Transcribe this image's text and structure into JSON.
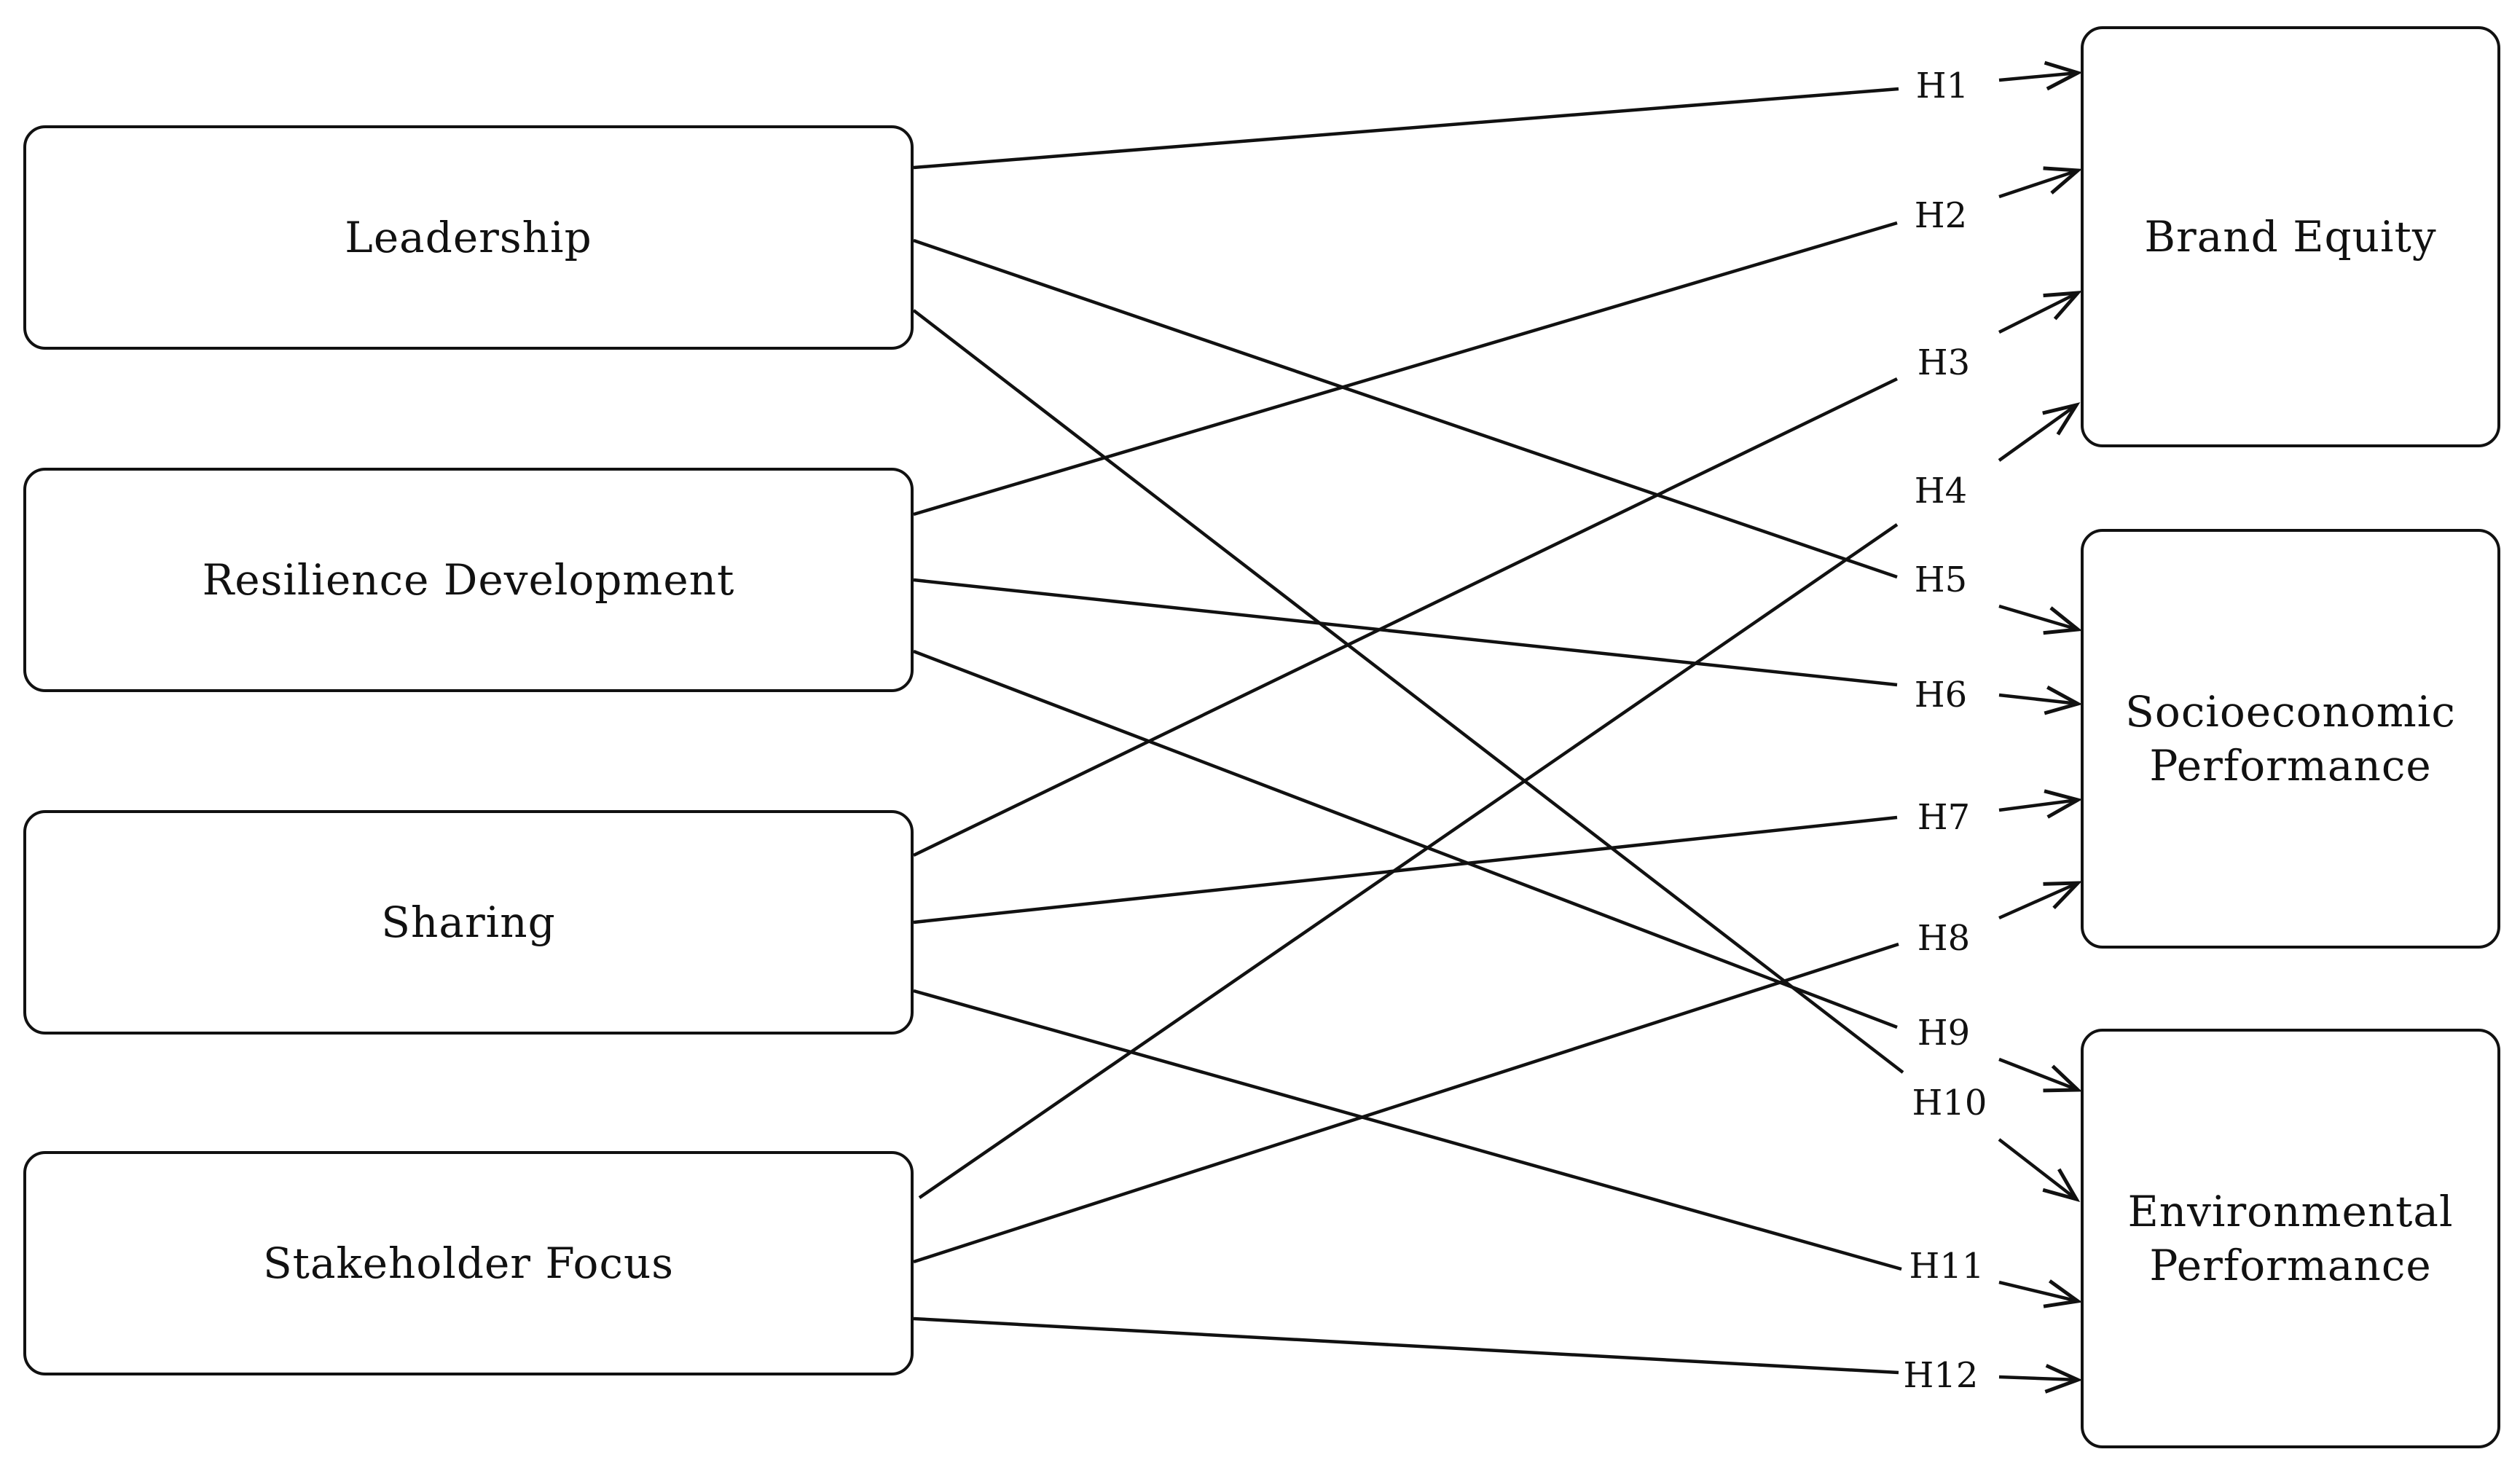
{
  "diagram": {
    "predictors": [
      {
        "id": "leadership",
        "label": "Leadership"
      },
      {
        "id": "resilience",
        "label": "Resilience  Development"
      },
      {
        "id": "sharing",
        "label": "Sharing"
      },
      {
        "id": "stakeholder",
        "label": "Stakeholder Focus"
      }
    ],
    "outcomes": [
      {
        "id": "brand",
        "label": "Brand Equity"
      },
      {
        "id": "socio",
        "label": "Socioeconomic\nPerformance"
      },
      {
        "id": "env",
        "label": "Environmental\nPerformance"
      }
    ],
    "hypotheses": [
      {
        "label": "H1",
        "from": "leadership",
        "to": "brand"
      },
      {
        "label": "H2",
        "from": "resilience",
        "to": "brand"
      },
      {
        "label": "H3",
        "from": "sharing",
        "to": "brand"
      },
      {
        "label": "H4",
        "from": "stakeholder",
        "to": "brand"
      },
      {
        "label": "H5",
        "from": "leadership",
        "to": "socio"
      },
      {
        "label": "H6",
        "from": "resilience",
        "to": "socio"
      },
      {
        "label": "H7",
        "from": "sharing",
        "to": "socio"
      },
      {
        "label": "H8",
        "from": "stakeholder",
        "to": "socio"
      },
      {
        "label": "H9",
        "from": "resilience",
        "to": "env"
      },
      {
        "label": "H10",
        "from": "leadership",
        "to": "env"
      },
      {
        "label": "H11",
        "from": "sharing",
        "to": "env"
      },
      {
        "label": "H12",
        "from": "stakeholder",
        "to": "env"
      }
    ],
    "line_color": "#111111"
  }
}
